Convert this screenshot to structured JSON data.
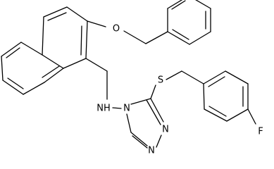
{
  "molecule": {
    "atoms": {
      "ether_oxygen": "O",
      "amine_nh": "NH",
      "thioether_sulfur": "S",
      "fluorine": "F",
      "triazole_n_substituted": "N",
      "triazole_n_upper": "N",
      "triazole_n_lower": "N"
    },
    "bond_color": "#000000",
    "background": "#ffffff"
  }
}
